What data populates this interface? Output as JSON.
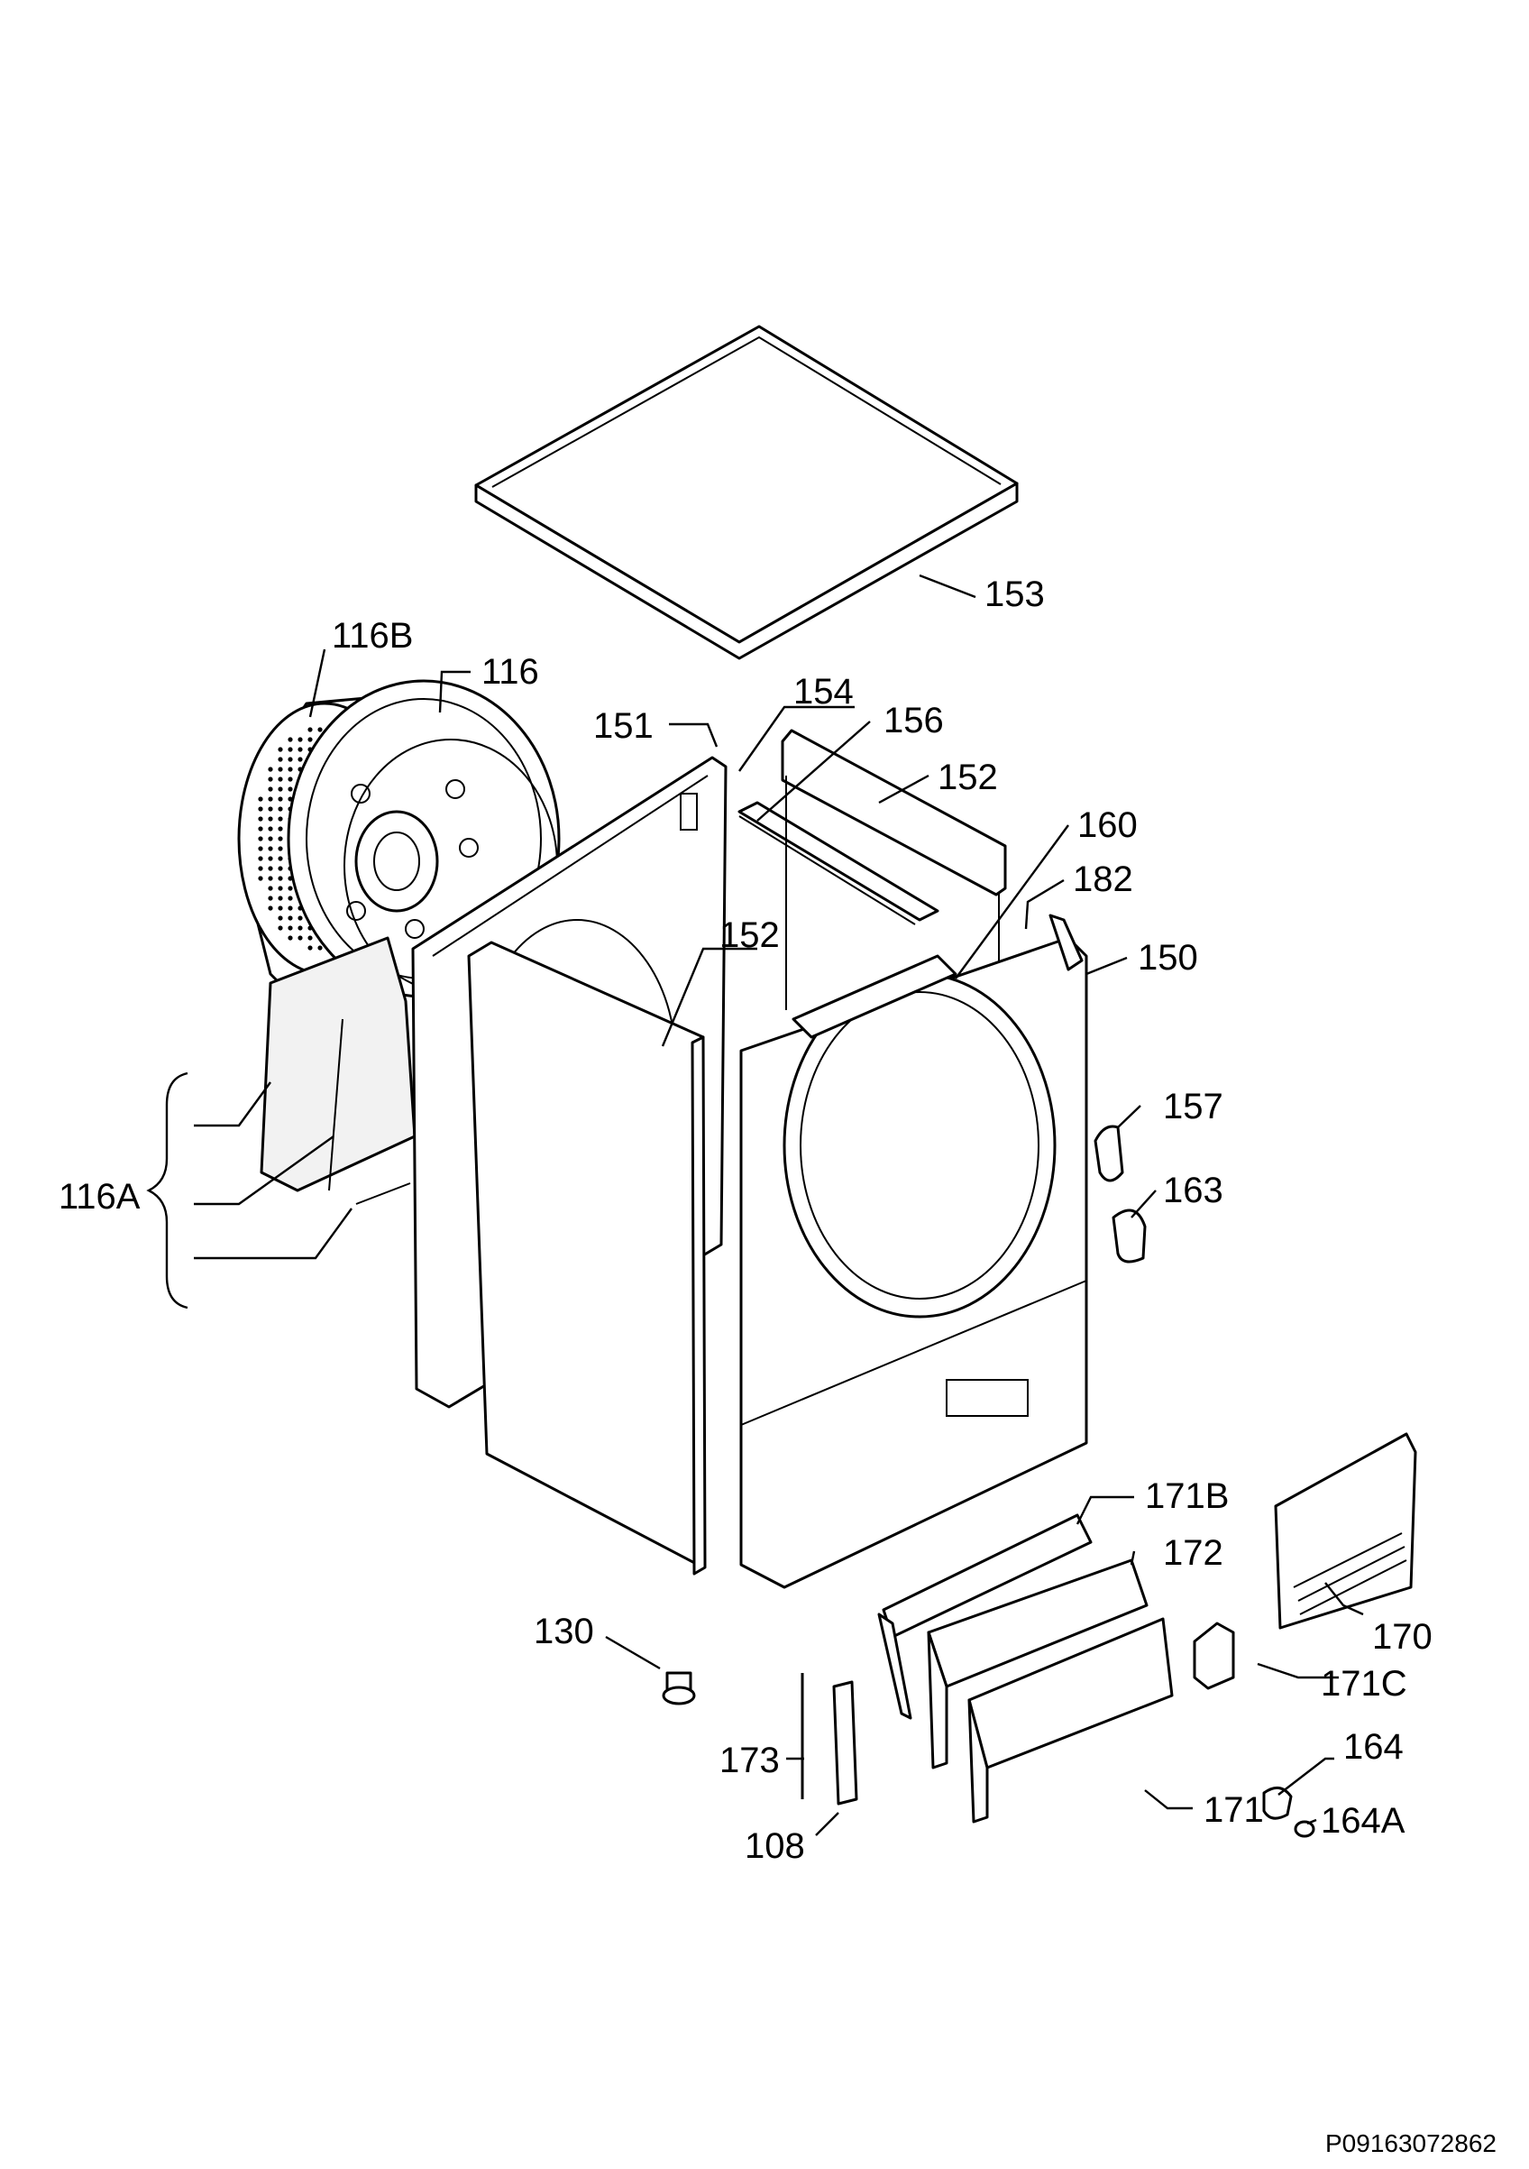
{
  "document_id": "P09163072862",
  "callouts": [
    {
      "label": "153"
    },
    {
      "label": "116B"
    },
    {
      "label": "116"
    },
    {
      "label": "151"
    },
    {
      "label": "154"
    },
    {
      "label": "156"
    },
    {
      "label": "152"
    },
    {
      "label": "160"
    },
    {
      "label": "182"
    },
    {
      "label": "152"
    },
    {
      "label": "150"
    },
    {
      "label": "157"
    },
    {
      "label": "163"
    },
    {
      "label": "116A"
    },
    {
      "label": "171B"
    },
    {
      "label": "172"
    },
    {
      "label": "130"
    },
    {
      "label": "170"
    },
    {
      "label": "171C"
    },
    {
      "label": "173"
    },
    {
      "label": "164"
    },
    {
      "label": "108"
    },
    {
      "label": "171"
    },
    {
      "label": "164A"
    }
  ]
}
